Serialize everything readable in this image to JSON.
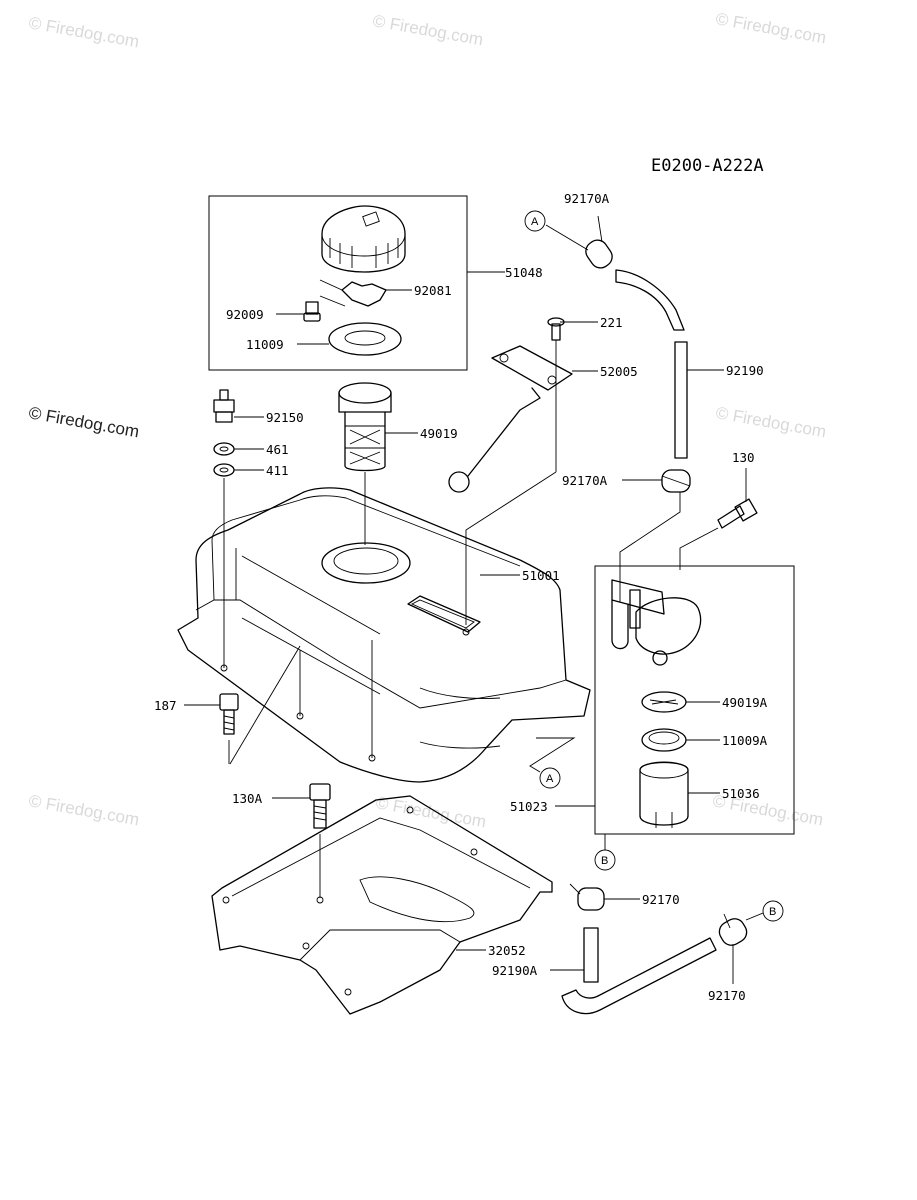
{
  "diagram_code": "E0200-A222A",
  "watermarks": {
    "text": "© Firedog.com",
    "highlighted_text": "© Firedog.com"
  },
  "parts": {
    "p92170A_top": "92170A",
    "p51048": "51048",
    "p92081": "92081",
    "p92009": "92009",
    "p11009": "11009",
    "p221": "221",
    "p52005": "52005",
    "p92190": "92190",
    "p92150": "92150",
    "p461": "461",
    "p411": "411",
    "p49019": "49019",
    "p92170A_mid": "92170A",
    "p130": "130",
    "p51001": "51001",
    "p49019A": "49019A",
    "p11009A": "11009A",
    "p187": "187",
    "p51036": "51036",
    "p130A": "130A",
    "p51023": "51023",
    "p92170_a": "92170",
    "p32052": "32052",
    "p92190A": "92190A",
    "p92170_b": "92170"
  },
  "refs": {
    "a1": "A",
    "a2": "A",
    "b1": "B",
    "b2": "B"
  },
  "colors": {
    "line": "#000000",
    "watermark": "#d9d9d9",
    "background": "#ffffff"
  }
}
